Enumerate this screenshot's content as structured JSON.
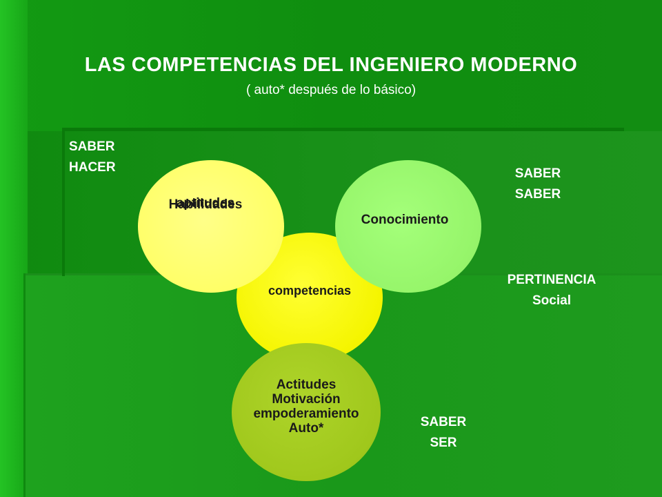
{
  "title": "LAS COMPETENCIAS DEL INGENIERO MODERNO",
  "subtitle": "( auto* después de lo básico)",
  "labels": {
    "saber_hacer": [
      "SABER",
      "HACER"
    ],
    "saber_saber": [
      "SABER",
      "SABER"
    ],
    "pertinencia": [
      "PERTINENCIA",
      "Social"
    ],
    "saber_ser": [
      "SABER",
      "SER"
    ]
  },
  "circles": {
    "competencias": [
      "competencias"
    ],
    "habilidades": [
      "Habilidades",
      "aptitudes"
    ],
    "conocimiento": [
      "Conocimiento"
    ],
    "actitudes": [
      "Actitudes",
      "Motivación",
      "empoderamiento",
      "Auto*"
    ]
  },
  "colors": {
    "competencias": "#f5f500",
    "habilidades": "#ffff66",
    "conocimiento": "#96f56a",
    "actitudes": "#a0c81c",
    "background": "#149014"
  }
}
